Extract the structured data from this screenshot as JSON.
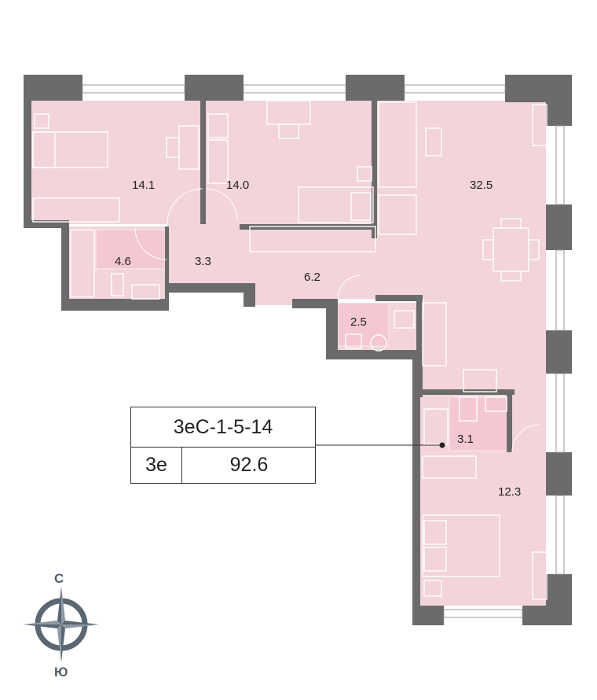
{
  "apartment": {
    "code": "3еС-1-5-14",
    "type": "3е",
    "total_area": "92.6"
  },
  "rooms": [
    {
      "id": "bedroom-west",
      "area": "14.1"
    },
    {
      "id": "bedroom-middle",
      "area": "14.0"
    },
    {
      "id": "living-kitchen",
      "area": "32.5"
    },
    {
      "id": "bathroom-west",
      "area": "4.6"
    },
    {
      "id": "hall-small",
      "area": "3.3"
    },
    {
      "id": "corridor",
      "area": "6.2"
    },
    {
      "id": "wc",
      "area": "2.5"
    },
    {
      "id": "bathroom-east",
      "area": "3.1"
    },
    {
      "id": "bedroom-south",
      "area": "12.3"
    }
  ],
  "compass": {
    "north": "С",
    "south": "Ю"
  },
  "colors": {
    "room_fill": "#f2d4da",
    "wall": "#6b6b6b",
    "wet_fill": "#f2c4cf",
    "window": "#ffffff"
  }
}
